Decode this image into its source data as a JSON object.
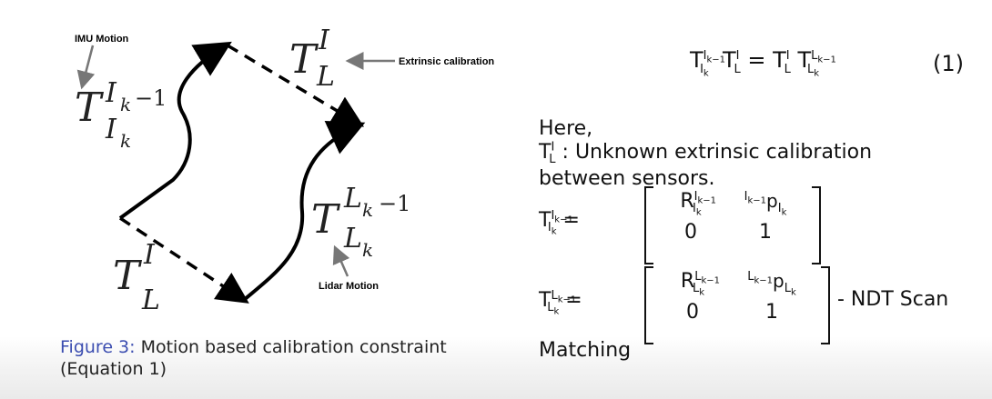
{
  "figure": {
    "imu_label": "IMU Motion",
    "extrinsic_label": "Extrinsic calibration",
    "lidar_label": "Lidar Motion"
  },
  "caption": {
    "label": "Figure 3:",
    "text": "Motion based calibration constraint (Equation 1)"
  },
  "equation": {
    "number": "(1)"
  },
  "notes": {
    "here": "Here,",
    "def_text": ": Unknown extrinsic calibration",
    "def_text2": "between sensors.",
    "ndt_text": "- NDT Scan",
    "ndt_text2": "Matching"
  }
}
